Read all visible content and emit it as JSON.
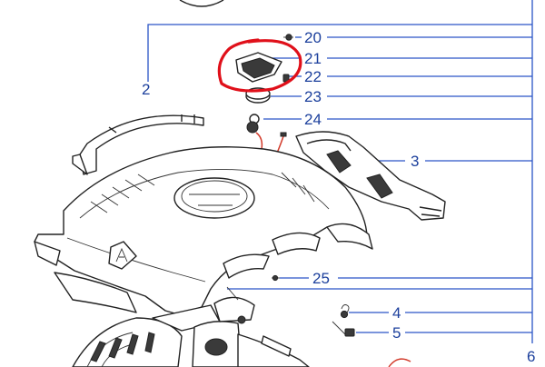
{
  "callouts": [
    {
      "id": "2",
      "text": "2"
    },
    {
      "id": "3",
      "text": "3"
    },
    {
      "id": "4",
      "text": "4"
    },
    {
      "id": "5",
      "text": "5"
    },
    {
      "id": "6",
      "text": "6"
    },
    {
      "id": "20",
      "text": "20"
    },
    {
      "id": "21",
      "text": "21"
    },
    {
      "id": "22",
      "text": "22"
    },
    {
      "id": "23",
      "text": "23"
    },
    {
      "id": "24",
      "text": "24"
    },
    {
      "id": "25",
      "text": "25"
    }
  ],
  "colors": {
    "leader": "#2a55c7",
    "label": "#1b3f9c",
    "highlight_circle": "#e0101a",
    "wire": "#d23a2a"
  }
}
